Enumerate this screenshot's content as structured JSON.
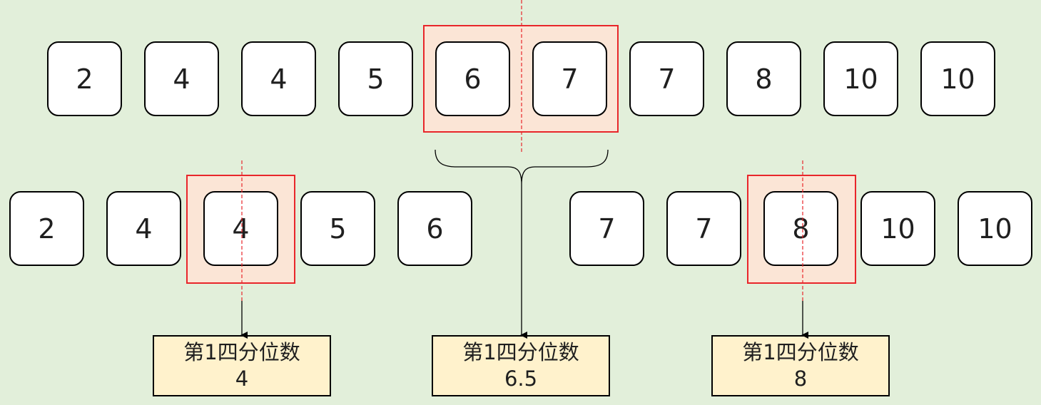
{
  "colors": {
    "background": "#e2efda",
    "card_fill": "#ffffff",
    "card_border": "#000000",
    "highlight_fill": "#fbe5d6",
    "highlight_border": "#e8262a",
    "dash_line": "#e8262a",
    "result_fill": "#fff2cc"
  },
  "full_row": [
    "2",
    "4",
    "4",
    "5",
    "6",
    "7",
    "7",
    "8",
    "10",
    "10"
  ],
  "lower_half": [
    "2",
    "4",
    "4",
    "5",
    "6"
  ],
  "upper_half": [
    "7",
    "7",
    "8",
    "10",
    "10"
  ],
  "results": {
    "left": {
      "label": "第1四分位数",
      "value": "4"
    },
    "center": {
      "label": "第1四分位数",
      "value": "6.5"
    },
    "right": {
      "label": "第1四分位数",
      "value": "8"
    }
  }
}
